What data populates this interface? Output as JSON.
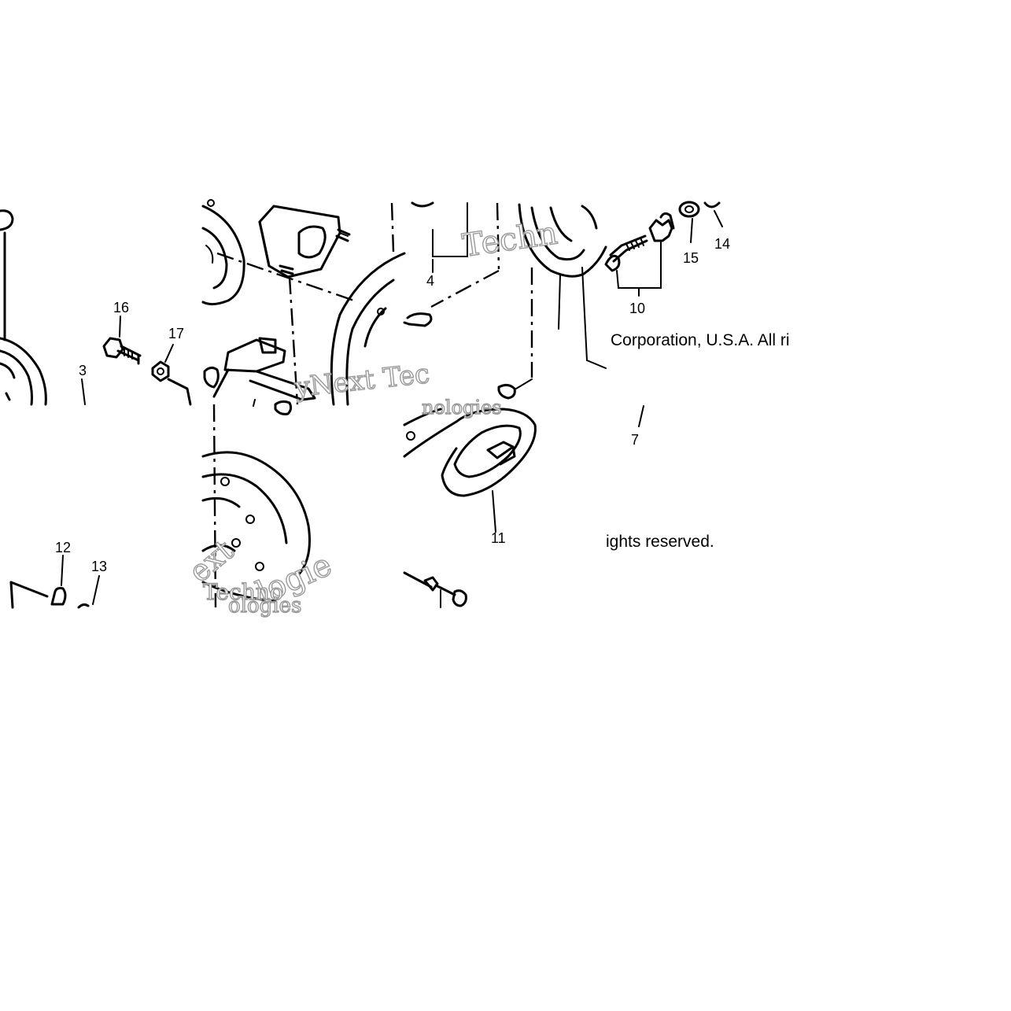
{
  "diagram": {
    "part_labels": {
      "p3": "3",
      "p4": "4",
      "p7": "7",
      "p10": "10",
      "p11": "11",
      "p12": "12",
      "p13": "13",
      "p14": "14",
      "p15": "15",
      "p16": "16",
      "p17": "17"
    },
    "copyright": {
      "line1": "Corporation, U.S.A. All ri",
      "line2": "ights reserved."
    },
    "watermarks": {
      "w1": "Techn",
      "w2": "yNext Tec",
      "w3": "nologies",
      "w4": "ext",
      "w5": "logie",
      "w6": "Techno",
      "w7": "ologies"
    }
  }
}
